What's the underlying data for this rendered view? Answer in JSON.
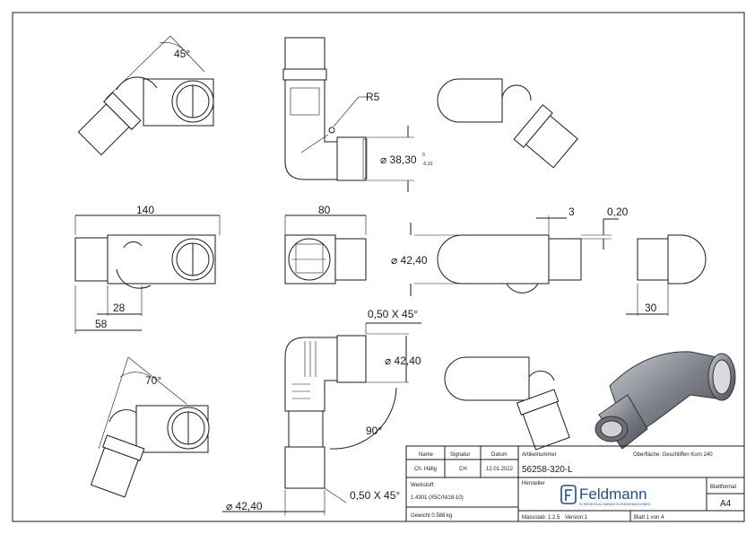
{
  "dimensions": {
    "angle_45": "45°",
    "radius": "R5",
    "diameter_tol": "⌀ 38,30",
    "tol_upper": "0",
    "tol_lower": "-0,10",
    "length_140": "140",
    "width_80": "80",
    "diameter_42_40": "⌀ 42,40",
    "dim_3": "3",
    "dim_0_20": "0,20",
    "dim_28": "28",
    "dim_58": "58",
    "dim_30": "30",
    "chamfer": "0,50 X 45°",
    "angle_70": "70°",
    "angle_90": "90°"
  },
  "title_block": {
    "col_name": "Name",
    "col_signatur": "Signatur",
    "col_datum": "Datum",
    "name": "Ch. Häfig",
    "signatur": "CH",
    "datum": "12.01.2022",
    "artikel_label": "Artikelnummer",
    "artikel": "56258-320-L",
    "oberflaeche": "Oberfläche: Geschliffen Korn 240",
    "hersteller_label": "Hersteller",
    "werkstoff_label": "Werkstoff:",
    "werkstoff": "1.4301 (X5CrNi18-10)",
    "gewicht": "Gewicht 0.588 kg",
    "massstab": "Massstab: 1:2.5",
    "version": "Version:1",
    "blatt": "Blatt 1 von 4",
    "blattformat_label": "Blattformat",
    "blattformat": "A4",
    "logo_text": "Feldmann",
    "logo_tagline": "SCHEIDEGG ALUMINIUM SCHNEIDEMASCHINEN"
  }
}
